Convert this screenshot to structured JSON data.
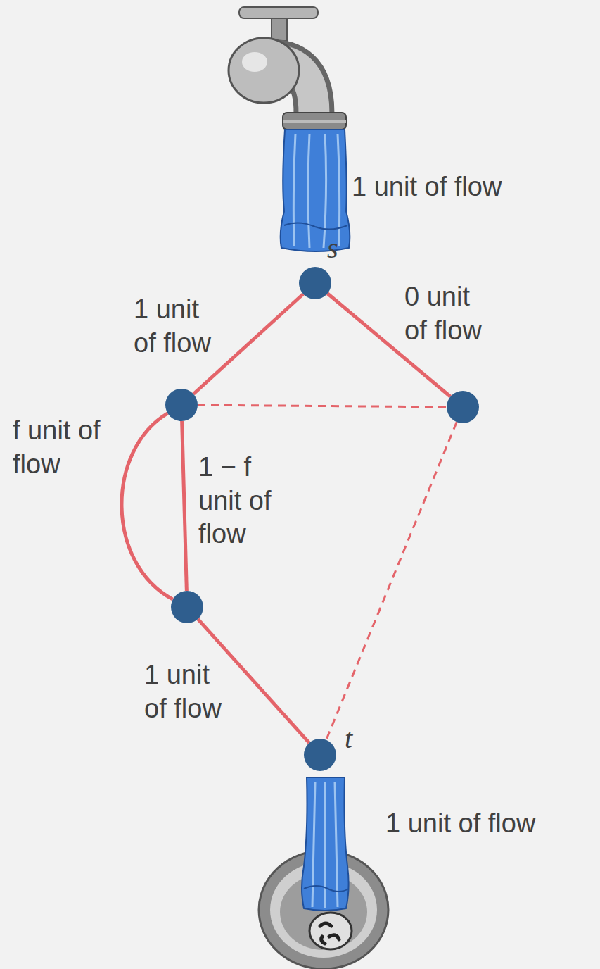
{
  "diagram": {
    "nodes": [
      {
        "text": [
          "s"
        ]
      },
      {},
      {},
      {},
      {
        "text": [
          "t"
        ]
      }
    ],
    "edges": [
      {
        "from": 0,
        "to": 1,
        "arrow": "none",
        "label": "1 unit of flow"
      },
      {
        "from": 0,
        "to": 2,
        "arrow": "none",
        "label": "0 unit of flow"
      },
      {
        "from": 1,
        "to": 2,
        "arrow": "none"
      },
      {
        "from": 1,
        "to": 3,
        "arrow": "none",
        "label": "f unit of flow"
      },
      {
        "from": 1,
        "to": 3,
        "arrow": "none",
        "label": "1 − f unit of flow"
      },
      {
        "from": 3,
        "to": 4,
        "arrow": "none",
        "label": "1 unit of flow"
      },
      {
        "from": 2,
        "to": 4,
        "arrow": "none"
      }
    ],
    "labels": [
      "1 unit of flow",
      "1 unit of flow"
    ]
  }
}
